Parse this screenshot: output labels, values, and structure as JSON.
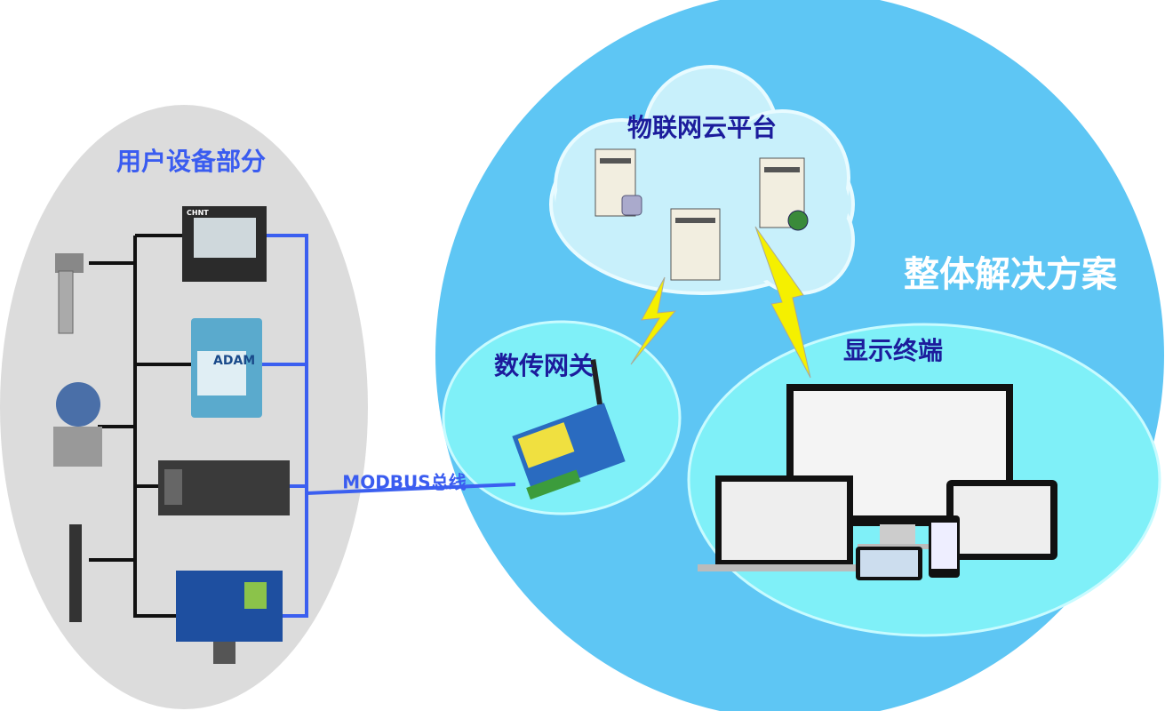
{
  "titles": {
    "user_devices": "用户设备部分",
    "cloud_platform": "物联网云平台",
    "overall_solution": "整体解决方案",
    "gateway": "数传网关",
    "display_terminal": "显示终端",
    "bus": "MODBUS总线"
  },
  "device_labels": {
    "adam": "ADAM",
    "meter_brand": "CHNT"
  },
  "colors": {
    "left_panel": "#dcdcdc",
    "solution_circle": "#5ec6f4",
    "cloud": "#c8f0fb",
    "gateway_zone": "#7ff0f8",
    "title_blue": "#3a5cf0",
    "title_dark": "#1c1c9c",
    "bus_blue": "#3b5ff0",
    "lightning": "#f5f000"
  },
  "icons": [
    "pressure-sensor-icon",
    "transmitter-icon",
    "ph-probe-icon",
    "power-meter-icon",
    "adam-module-icon",
    "plc-icon",
    "analyzer-icon",
    "server-icon",
    "database-icon",
    "globe-icon",
    "gateway-icon",
    "monitor-icon",
    "laptop-icon",
    "tablet-icon",
    "phone-icon",
    "lightning-icon"
  ]
}
